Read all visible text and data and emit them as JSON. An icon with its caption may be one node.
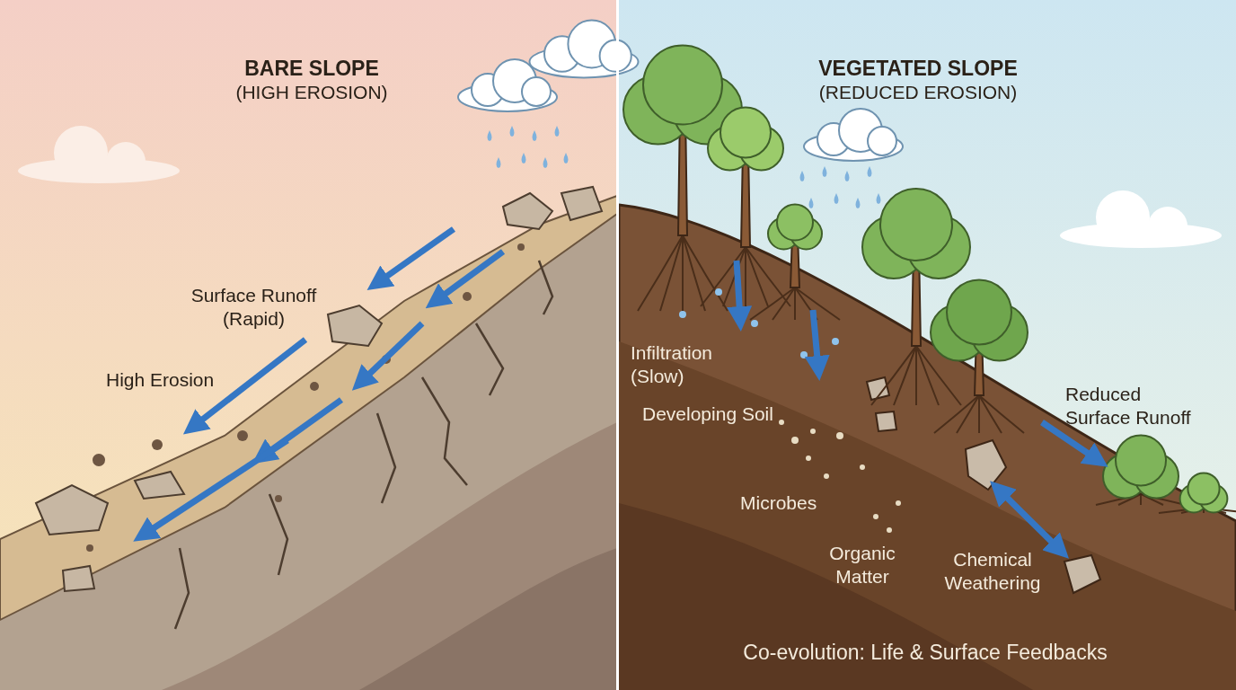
{
  "diagram": {
    "caption": "Co-evolution: Life & Surface Feedbacks",
    "labels": [
      "BARE SLOPE",
      "(HIGH EROSION)",
      "VEGETATED SLOPE",
      "(REDUCED EROSION)",
      "Surface Runoff (Rapid)",
      "High Erosion",
      "Infiltration (Slow)",
      "Developing Soil",
      "Reduced Surface Runoff",
      "Microbes",
      "Organic Matter",
      "Chemical Weathering"
    ]
  }
}
